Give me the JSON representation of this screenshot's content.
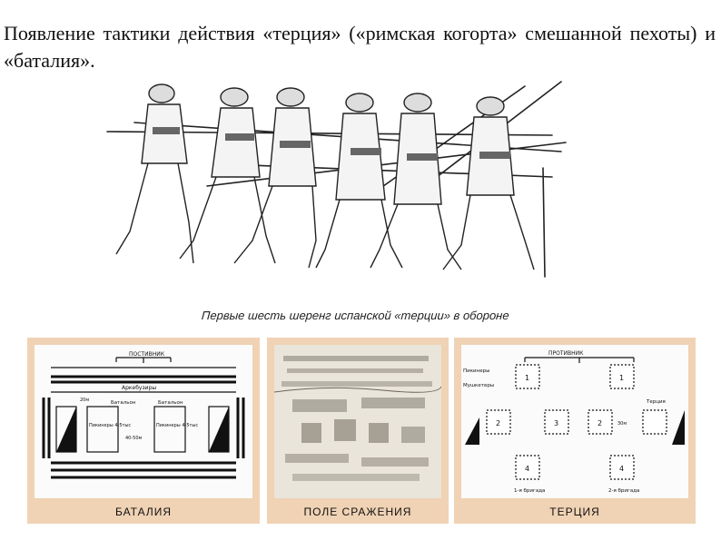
{
  "slide": {
    "title": "Появление тактики действия «терция» («римская когорта» смешанной пехоты) и «баталия»."
  },
  "illustration": {
    "caption": "Первые шесть шеренг испанской «терции» в обороне",
    "icon": "pikemen-drawing"
  },
  "panels": [
    {
      "label": "БАТАЛИЯ",
      "diagram": {
        "header": "ПОСТИВНИК",
        "arquebusiers": "Аркебузиры",
        "left_unit": "Батальон",
        "right_unit": "Батальон",
        "left_pikes": "Пикинеры 4-5тыс",
        "right_pikes": "Пикинеры 4-5тыс",
        "distance_top": "20м",
        "distance_mid": "40-50м"
      }
    },
    {
      "label": "ПОЛЕ СРАЖЕНИЯ",
      "image": "battlefield-engraving"
    },
    {
      "label": "ТЕРЦИЯ",
      "diagram": {
        "header": "ПРОТИВНИК",
        "pikemen": "Пикинеры",
        "musketeers": "Мушкетеры",
        "right_label": "Терция",
        "distance": "30м",
        "brigade_1": "1-я бригада",
        "brigade_2": "2-я бригада",
        "squares": [
          "1",
          "1",
          "2",
          "3",
          "2",
          "4",
          "4"
        ]
      }
    }
  ]
}
